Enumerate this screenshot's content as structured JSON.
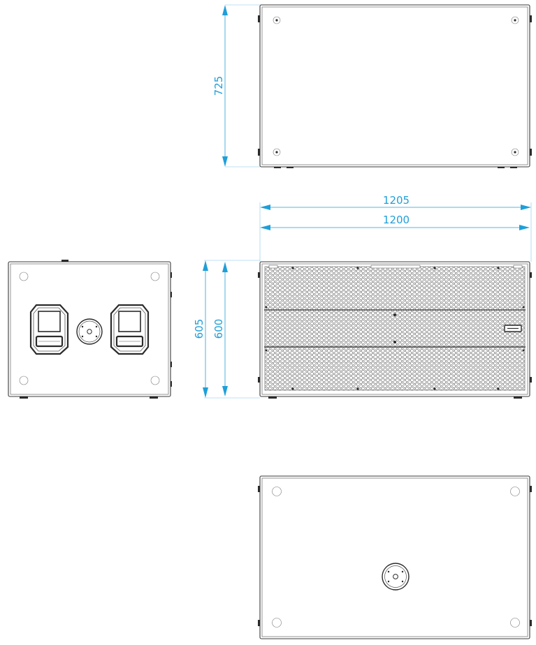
{
  "dimensions": {
    "top_view_depth": "725",
    "front_width_outer": "1205",
    "front_width_inner": "1200",
    "front_height_outer": "605",
    "front_height_inner": "600"
  },
  "colors": {
    "dimension": "#1f9fd8",
    "outline": "#3a3a3a",
    "background": "#ffffff"
  },
  "icons": {
    "front_grille": "perforated-grille",
    "side_handles": "handle-cutout",
    "pole_mount": "pole-socket"
  }
}
